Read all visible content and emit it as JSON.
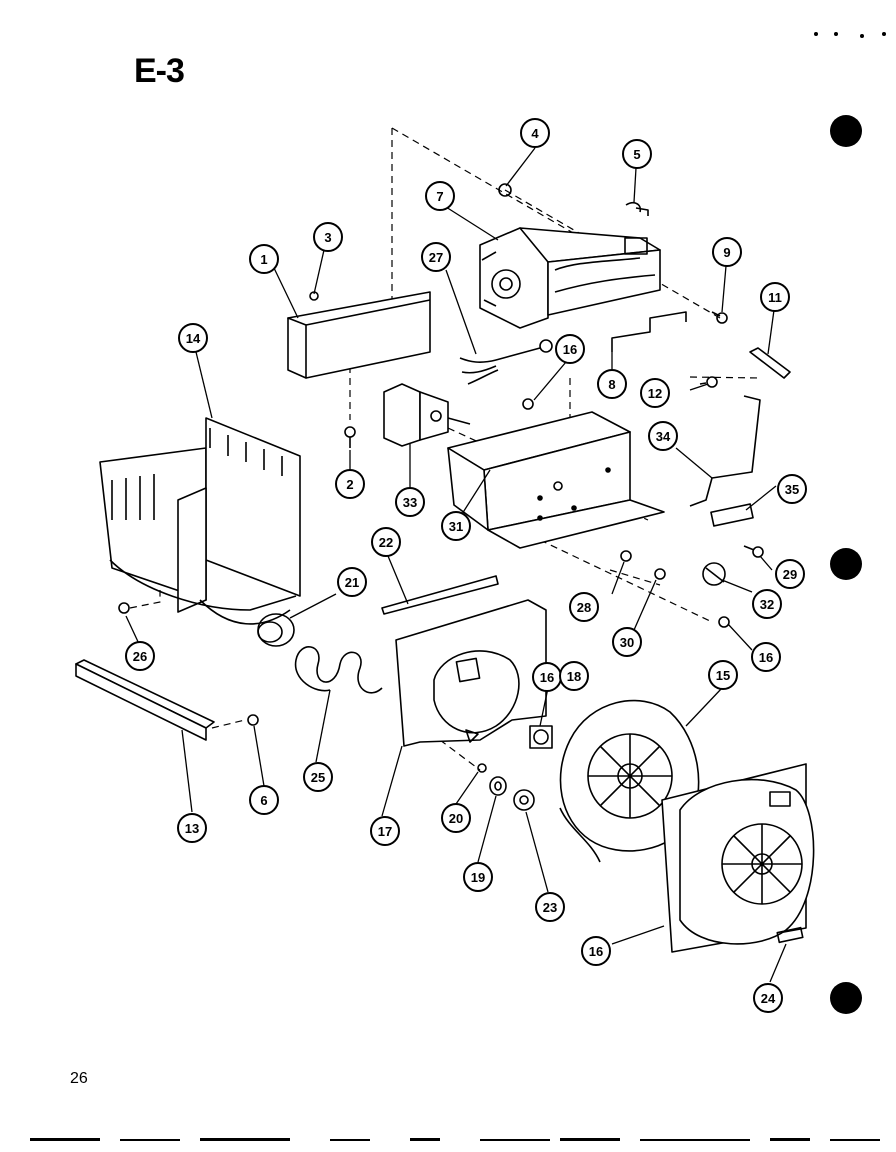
{
  "page": {
    "title": "E-3",
    "page_number": "26"
  },
  "callouts": [
    "1",
    "2",
    "3",
    "4",
    "5",
    "6",
    "7",
    "8",
    "9",
    "11",
    "12",
    "13",
    "14",
    "15",
    "16",
    "16",
    "16",
    "16",
    "17",
    "18",
    "19",
    "20",
    "21",
    "22",
    "23",
    "24",
    "25",
    "26",
    "27",
    "28",
    "29",
    "30",
    "31",
    "32",
    "33",
    "34",
    "35"
  ]
}
